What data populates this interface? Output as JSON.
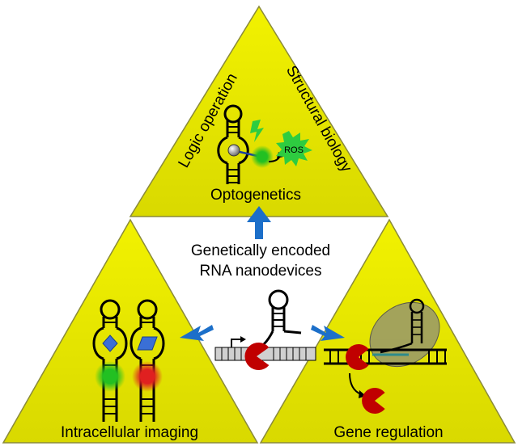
{
  "center": {
    "line1": "Genetically encoded",
    "line2": "RNA nanodevices"
  },
  "top_panel": {
    "label": "Optogenetics",
    "left_side_label": "Logic operation",
    "right_side_label": "Structural biology",
    "ros_label": "ROS"
  },
  "left_panel": {
    "label": "Intracellular imaging"
  },
  "right_panel": {
    "label": "Gene regulation"
  },
  "colors": {
    "panel_fill": "#E6E600",
    "panel_stroke": "#8A8A3A",
    "arrow_blue": "#1C6FC9",
    "enzyme_red": "#C00000",
    "fluor_green": "#22C022",
    "fluor_red": "#E02020",
    "ros_green": "#2ECC40"
  }
}
